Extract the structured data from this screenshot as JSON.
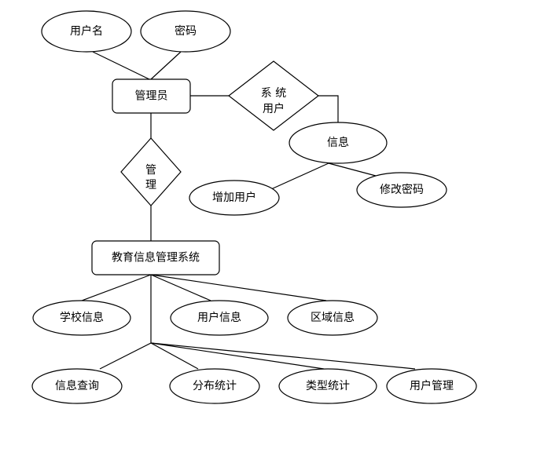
{
  "nodes": [
    {
      "id": "n_username",
      "kind": "ellipse",
      "label": "用户名"
    },
    {
      "id": "n_password",
      "kind": "ellipse",
      "label": "密码"
    },
    {
      "id": "n_admin",
      "kind": "rect",
      "label": "管理员"
    },
    {
      "id": "n_sysuser",
      "kind": "diamond",
      "label_lines": [
        "系 统",
        "用户"
      ]
    },
    {
      "id": "n_info",
      "kind": "ellipse",
      "label": "信息"
    },
    {
      "id": "n_adduser",
      "kind": "ellipse",
      "label": "增加用户"
    },
    {
      "id": "n_changepw",
      "kind": "ellipse",
      "label": "修改密码"
    },
    {
      "id": "n_manage",
      "kind": "diamond",
      "label_lines": [
        "管",
        "理"
      ]
    },
    {
      "id": "n_system",
      "kind": "rect",
      "label": "教育信息管理系统"
    },
    {
      "id": "n_school",
      "kind": "ellipse",
      "label": "学校信息"
    },
    {
      "id": "n_userinfo",
      "kind": "ellipse",
      "label": "用户信息"
    },
    {
      "id": "n_region",
      "kind": "ellipse",
      "label": "区域信息"
    },
    {
      "id": "n_query",
      "kind": "ellipse",
      "label": "信息查询"
    },
    {
      "id": "n_distrib",
      "kind": "ellipse",
      "label": "分布统计"
    },
    {
      "id": "n_typestat",
      "kind": "ellipse",
      "label": "类型统计"
    },
    {
      "id": "n_usermgmt",
      "kind": "ellipse",
      "label": "用户管理"
    }
  ],
  "edges": [
    [
      "n_username",
      "n_admin"
    ],
    [
      "n_password",
      "n_admin"
    ],
    [
      "n_admin",
      "n_sysuser"
    ],
    [
      "n_sysuser",
      "n_info"
    ],
    [
      "n_info",
      "n_adduser"
    ],
    [
      "n_info",
      "n_changepw"
    ],
    [
      "n_admin",
      "n_manage"
    ],
    [
      "n_manage",
      "n_system"
    ],
    [
      "n_system",
      "n_school"
    ],
    [
      "n_system",
      "n_userinfo"
    ],
    [
      "n_system",
      "n_region"
    ],
    [
      "n_system",
      "n_query"
    ],
    [
      "n_system",
      "n_distrib"
    ],
    [
      "n_system",
      "n_typestat"
    ],
    [
      "n_system",
      "n_usermgmt"
    ]
  ],
  "colors": {
    "stroke": "#000000",
    "fill": "#ffffff",
    "text": "#000000"
  }
}
